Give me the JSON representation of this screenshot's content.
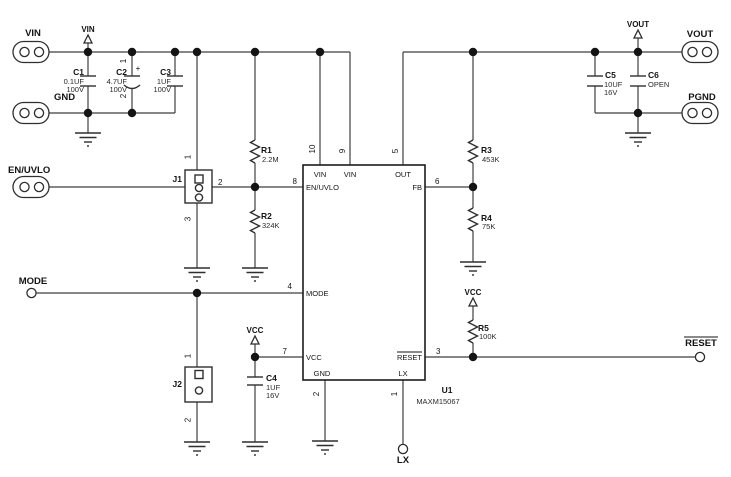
{
  "colors": {
    "background": "#ffffff",
    "wire": "#3f3f3f",
    "component_outline": "#2f2f2f",
    "ic_outline": "#1c1c1c",
    "text": "#141414"
  },
  "terminals": {
    "vin": {
      "label": "VIN"
    },
    "gnd": {
      "label": "GND"
    },
    "en_uvlo": {
      "label": "EN/UVLO"
    },
    "mode": {
      "label": "MODE"
    },
    "vout": {
      "label": "VOUT"
    },
    "pgnd": {
      "label": "PGND"
    },
    "reset": {
      "label": "RESET"
    },
    "lx": {
      "label": "LX"
    }
  },
  "nets": {
    "vin": "VIN",
    "vout": "VOUT",
    "vcc_left": "VCC",
    "vcc_right": "VCC"
  },
  "capacitors": {
    "c1": {
      "ref": "C1",
      "value": "0.1UF",
      "rating": "100V"
    },
    "c2": {
      "ref": "C2",
      "value": "4.7UF",
      "rating": "100V",
      "pin1": "1",
      "pin2": "2",
      "polarity": "+"
    },
    "c3": {
      "ref": "C3",
      "value": "1UF",
      "rating": "100V"
    },
    "c4": {
      "ref": "C4",
      "value": "1UF",
      "rating": "16V"
    },
    "c5": {
      "ref": "C5",
      "value": "10UF",
      "rating": "16V"
    },
    "c6": {
      "ref": "C6",
      "value": "OPEN"
    }
  },
  "resistors": {
    "r1": {
      "ref": "R1",
      "value": "2.2M"
    },
    "r2": {
      "ref": "R2",
      "value": "324K"
    },
    "r3": {
      "ref": "R3",
      "value": "453K"
    },
    "r4": {
      "ref": "R4",
      "value": "75K"
    },
    "r5": {
      "ref": "R5",
      "value": "100K"
    }
  },
  "jumpers": {
    "j1": {
      "ref": "J1",
      "pin1": "1",
      "pin2": "2",
      "pin3": "3"
    },
    "j2": {
      "ref": "J2",
      "pin1": "1",
      "pin2": "2"
    }
  },
  "ic": {
    "ref": "U1",
    "part": "MAXM15067",
    "pins": {
      "p10": {
        "num": "10",
        "name": "VIN"
      },
      "p9": {
        "num": "9",
        "name": "VIN"
      },
      "p5": {
        "num": "5",
        "name": "OUT"
      },
      "p8": {
        "num": "8",
        "name": "EN/UVLO"
      },
      "p6": {
        "num": "6",
        "name": "FB"
      },
      "p4": {
        "num": "4",
        "name": "MODE"
      },
      "p7": {
        "num": "7",
        "name": "VCC"
      },
      "p3": {
        "num": "3",
        "name": "RESET"
      },
      "p2": {
        "num": "2",
        "name": "GND"
      },
      "p1": {
        "num": "1",
        "name": "LX"
      }
    }
  }
}
